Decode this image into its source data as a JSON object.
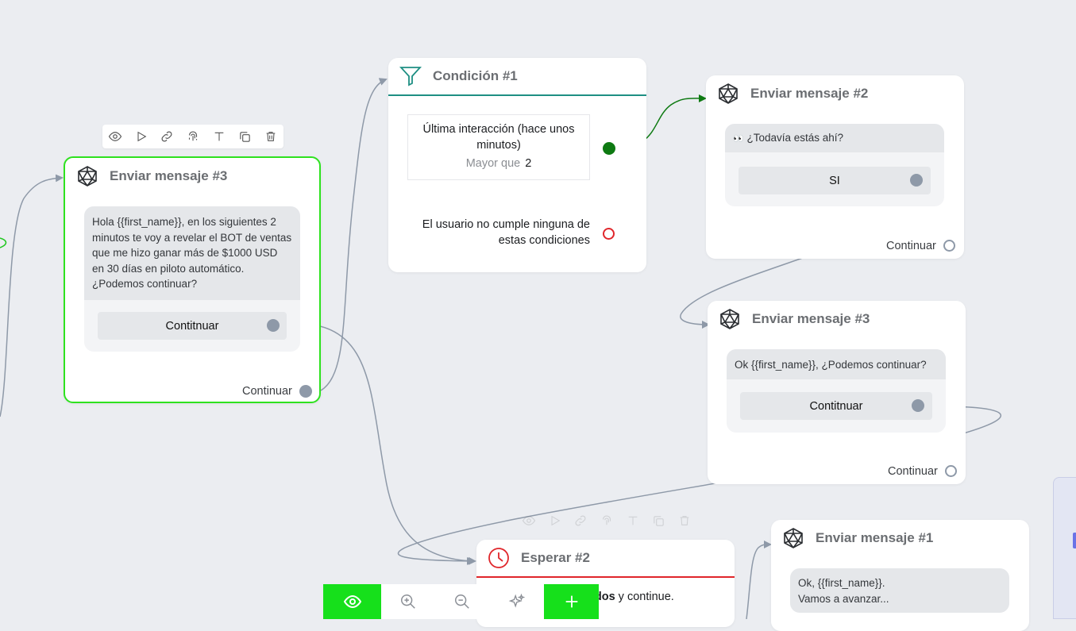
{
  "canvas": {
    "background": "#ebedf1",
    "accent_green": "#16e01b"
  },
  "node_toolbar": {
    "icons": [
      "eye-icon",
      "play-icon",
      "link-icon",
      "fingerprint-icon",
      "text-icon",
      "copy-icon",
      "trash-icon"
    ]
  },
  "node_msg3_main": {
    "title": "Enviar mensaje #3",
    "text": "Hola {{first_name}}, en los siguientes 2 minutos te voy a revelar el BOT de ventas que me hizo ganar más de $1000 USD en 30 días en piloto automático. ¿Podemos continuar?",
    "button": "Contitnuar",
    "continue_label": "Continuar"
  },
  "node_condition": {
    "title": "Condición #1",
    "rule_text": "Última interacción (hace unos minutos)",
    "rule_op": "Mayor que",
    "rule_value": "2",
    "else_text": "El usuario no cumple ninguna de estas condiciones",
    "accent": "#1e8f83"
  },
  "node_msg2": {
    "title": "Enviar mensaje #2",
    "emoji": "👀",
    "text": "¿Todavía estás ahí?",
    "button": "SI",
    "continue_label": "Continuar"
  },
  "node_msg3_right": {
    "title": "Enviar mensaje #3",
    "text": "Ok {{first_name}}, ¿Podemos continuar?",
    "button": "Contitnuar",
    "continue_label": "Continuar"
  },
  "node_wait": {
    "title": "Esperar #2",
    "text_bold": "ndos",
    "text_rest": " y continue.",
    "accent": "#e0262b"
  },
  "node_msg1": {
    "title": "Enviar mensaje #1",
    "text_line1": "Ok, {{first_name}}.",
    "text_line2": "Vamos a avanzar..."
  },
  "bottom_toolbar": {
    "buttons": [
      "eye-icon",
      "zoom-in-icon",
      "zoom-out-icon",
      "sparkles-icon",
      "plus-icon"
    ]
  }
}
